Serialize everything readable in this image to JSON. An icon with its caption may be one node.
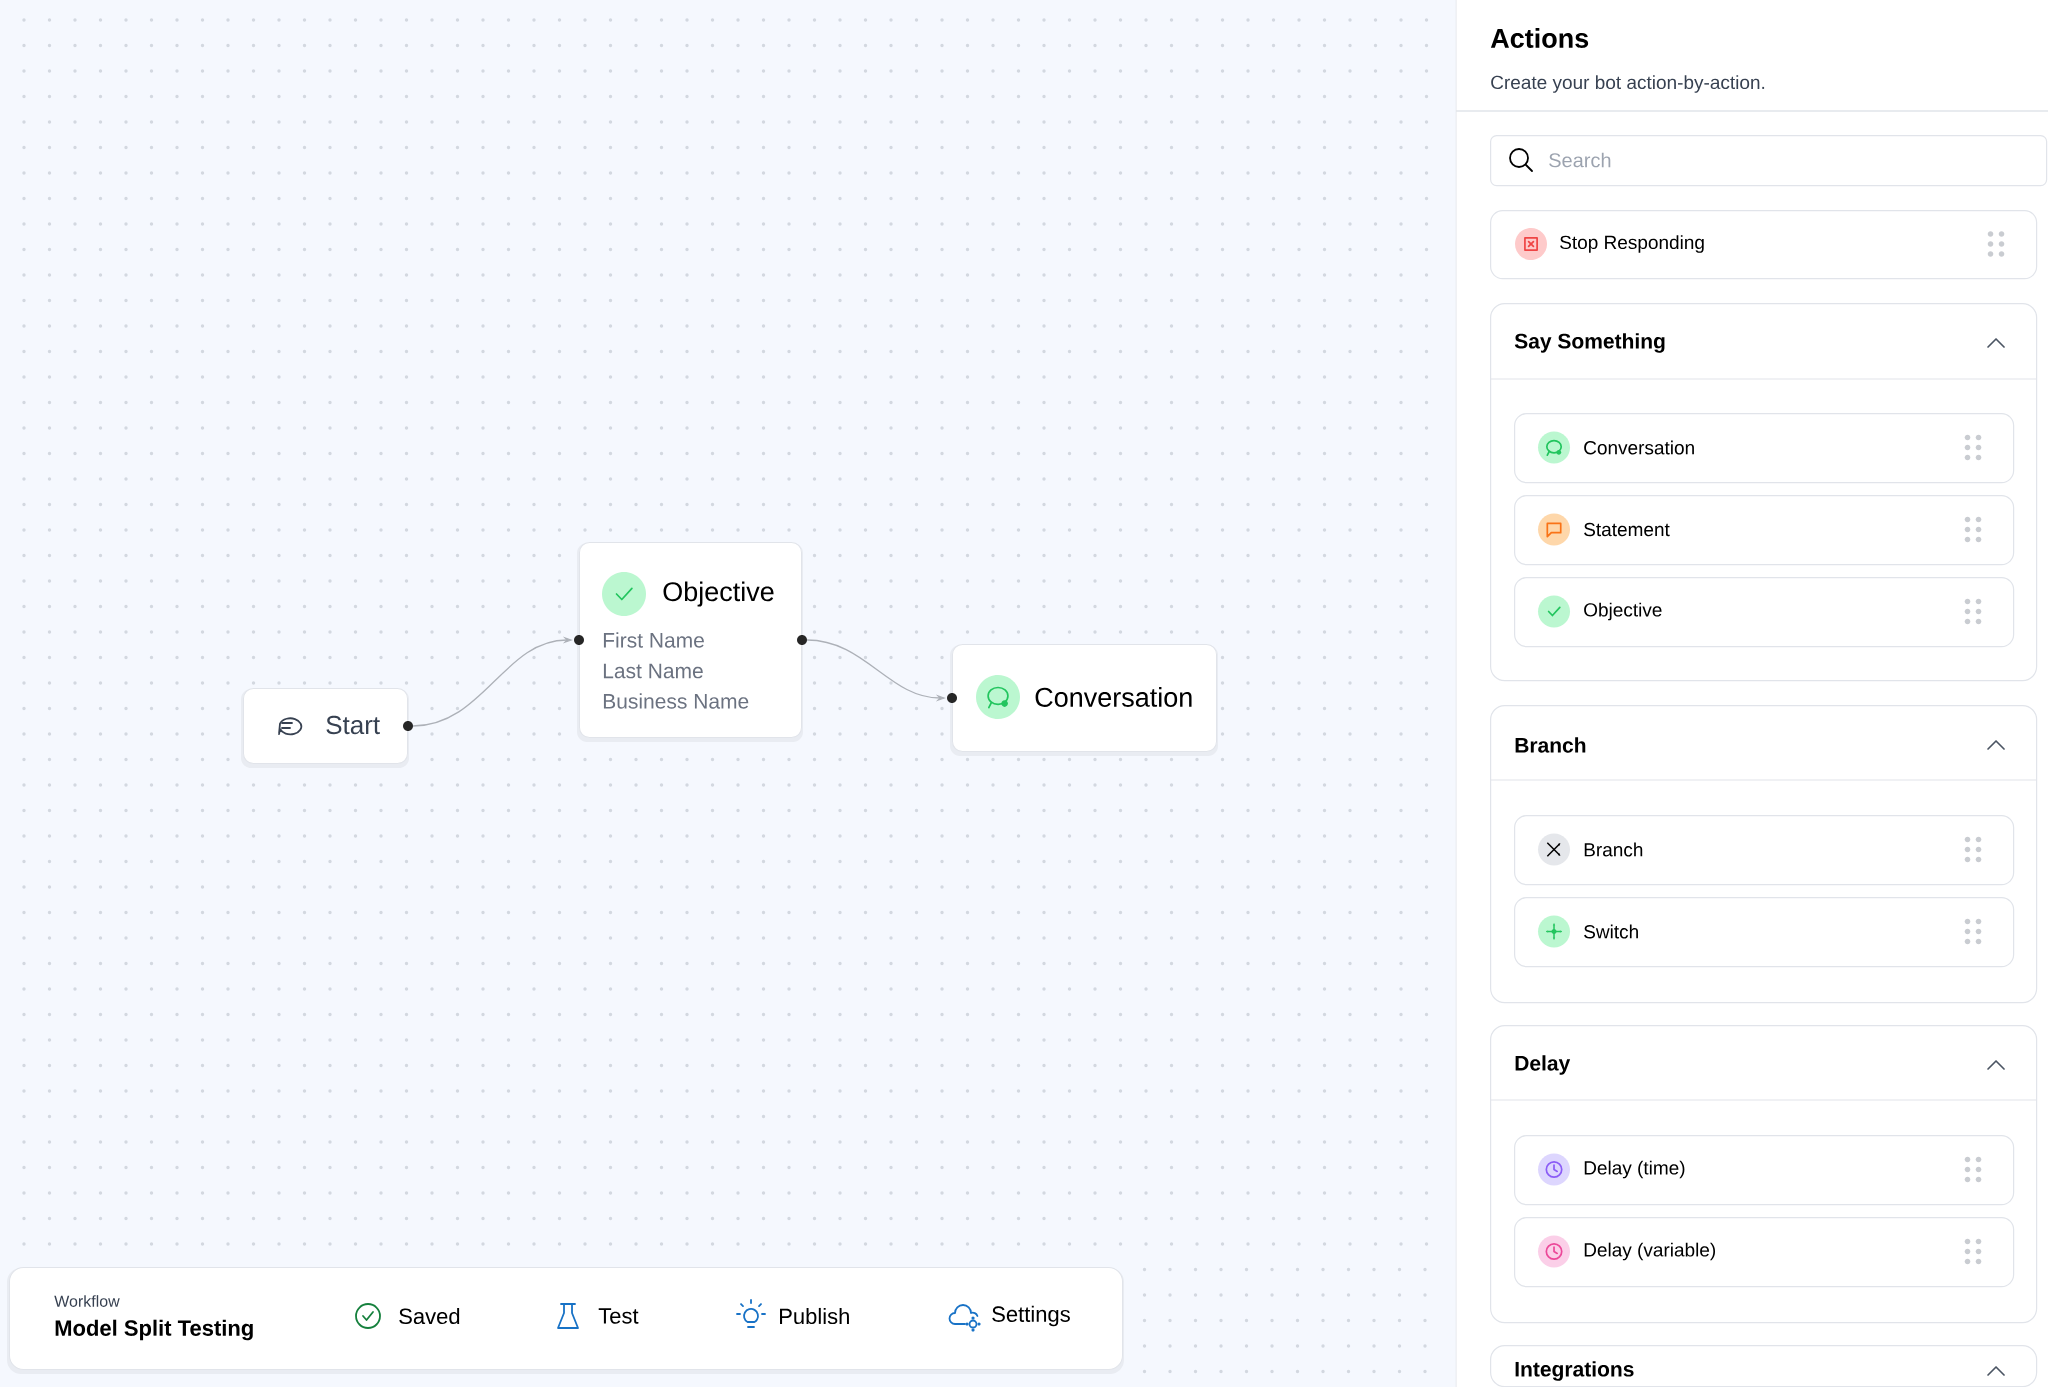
{
  "diagram": {
    "nodes": [
      {
        "text": [
          "Start"
        ]
      },
      {
        "text": [
          "Objective",
          "First Name",
          "Last Name",
          "Business Name"
        ]
      },
      {
        "text": [
          "Conversation"
        ]
      },
      {
        "text": [
          "Actions",
          "Create your bot action-by-action."
        ]
      },
      {
        "text": [
          "Search"
        ],
        "in": 3
      },
      {
        "text": [
          "Stop Responding"
        ],
        "in": 3
      },
      {
        "text": [
          "Say Something"
        ],
        "in": 3
      },
      {
        "text": [
          "Conversation"
        ],
        "in": 6
      },
      {
        "text": [
          "Statement"
        ],
        "in": 6
      },
      {
        "text": [
          "Objective"
        ],
        "in": 6
      },
      {
        "text": [
          "Branch"
        ],
        "in": 3
      },
      {
        "text": [
          "Branch"
        ],
        "in": 10
      },
      {
        "text": [
          "Switch"
        ],
        "in": 10
      },
      {
        "text": [
          "Delay"
        ],
        "in": 3
      },
      {
        "text": [
          "Delay (time)"
        ],
        "in": 13
      },
      {
        "text": [
          "Delay (variable)"
        ],
        "in": 13
      },
      {
        "text": [
          "Integrations"
        ],
        "in": 3
      },
      {
        "text": [
          "Workflow",
          "Model Split Testing",
          "Saved",
          "Test",
          "Publish",
          "Settings"
        ]
      }
    ],
    "edges": [
      {
        "from": 0,
        "to": 1,
        "arrow": "to"
      },
      {
        "from": 1,
        "to": 2,
        "arrow": "to"
      }
    ]
  }
}
